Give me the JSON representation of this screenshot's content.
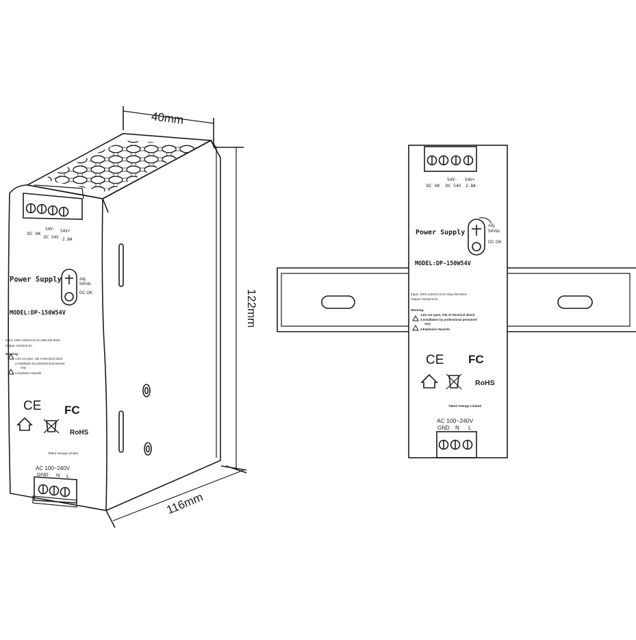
{
  "dimensions": {
    "width_label": "40mm",
    "height_label": "122mm",
    "depth_label": "116mm"
  },
  "label": {
    "title": "Power Supply",
    "model": "MODEL:DP-150W54V",
    "adj": "Adj.",
    "adj_value": "54Vdc",
    "dc_ok": "DC OK",
    "out_led": "DC OK",
    "out_v_neg": "54V-",
    "out_v_pos": "54V+",
    "out_spec": "DC 54V",
    "out_current": "2.8A",
    "input": "Input: 100V-240VAC/2.0A Max./50-60Hz",
    "output": "Output: 54Vdc/2.8A",
    "warning_title": "Warning:",
    "warning_1": "1.Do not open, risk of electrical shock",
    "warning_2": "2.Installation by professional personnel",
    "warning_2b": "only",
    "warning_3": "3.Explosion Hazards",
    "ce": "CE",
    "fc": "FC",
    "rohs": "RoHS",
    "maker": "Talent Yeenge Limited",
    "ac_in": "AC 100~240V",
    "gnd": "GND",
    "n": "N",
    "l": "L"
  },
  "colors": {
    "line": "#1a1a1a",
    "background": "#ffffff"
  }
}
